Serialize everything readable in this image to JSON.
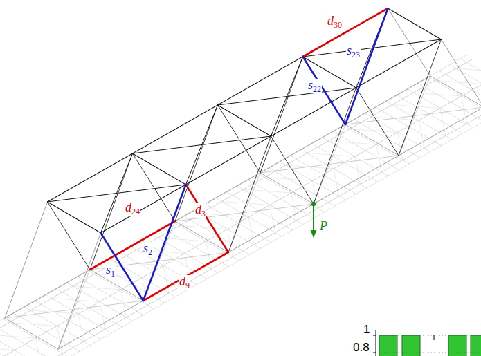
{
  "diagram": {
    "labels": [
      "d30",
      "s23",
      "s22",
      "d24",
      "d3",
      "s2",
      "s1",
      "d9",
      "P",
      "1",
      "0.8"
    ]
  }
}
